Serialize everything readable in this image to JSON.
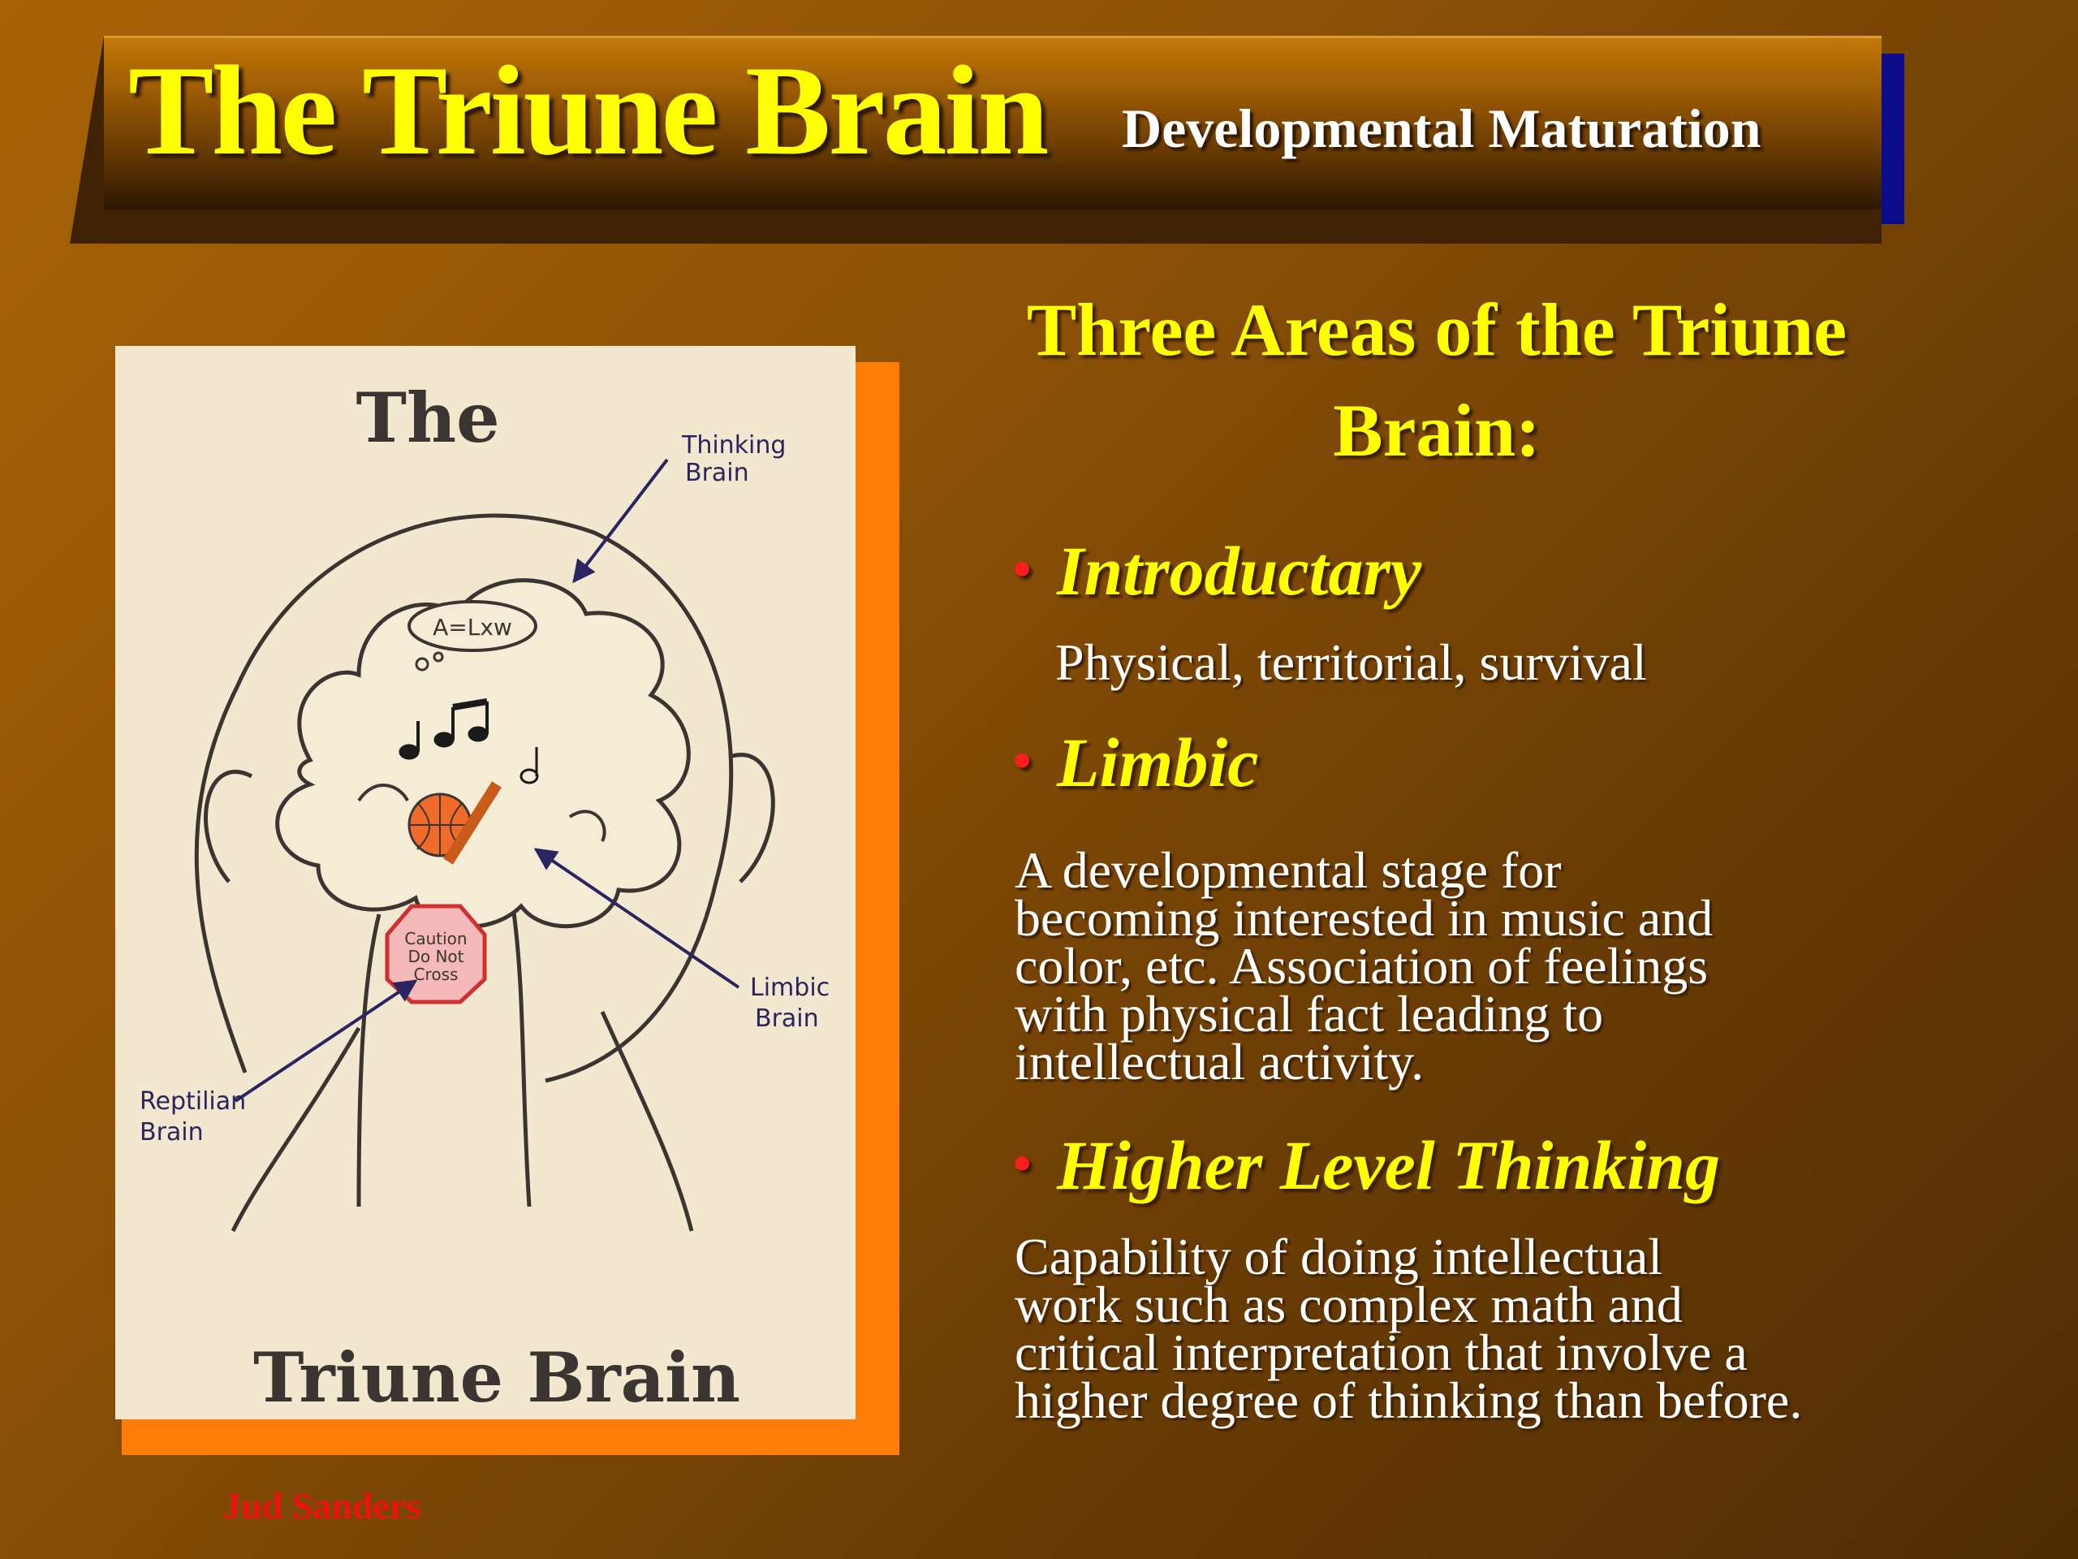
{
  "title": {
    "main": "The Triune Brain",
    "subtitle": "Developmental Maturation"
  },
  "picture": {
    "heading_top": "The",
    "heading_bottom": "Triune Brain",
    "labels": {
      "thinking_line1": "Thinking",
      "thinking_line2": "Brain",
      "limbic_line1": "Limbic",
      "limbic_line2": "Brain",
      "reptilian_line1": "Reptilian",
      "reptilian_line2": "Brain",
      "formula": "A=Lxw",
      "caution_line1": "Caution",
      "caution_line2": "Do Not",
      "caution_line3": "Cross"
    }
  },
  "credit": "Jud Sanders",
  "content": {
    "heading": "Three Areas of the Triune Brain:",
    "sections": [
      {
        "label": "Introductary",
        "text": "Physical,  territorial, survival"
      },
      {
        "label": "Limbic",
        "text": "   A developmental stage for\nbecoming interested in music and\ncolor,  etc. Association of feelings\nwith physical fact leading to\nintellectual  activity."
      },
      {
        "label": "Higher Level Thinking",
        "text": "   Capability of doing intellectual\nwork such as complex math and\ncritical interpretation that involve a\nhigher degree of thinking than before."
      }
    ]
  },
  "colors": {
    "background": "#8e5206",
    "title_text": "#ffff00",
    "bullet": "#ff1d1d",
    "picture_shadow": "#ff7e0b",
    "credit": "#ee1111"
  }
}
